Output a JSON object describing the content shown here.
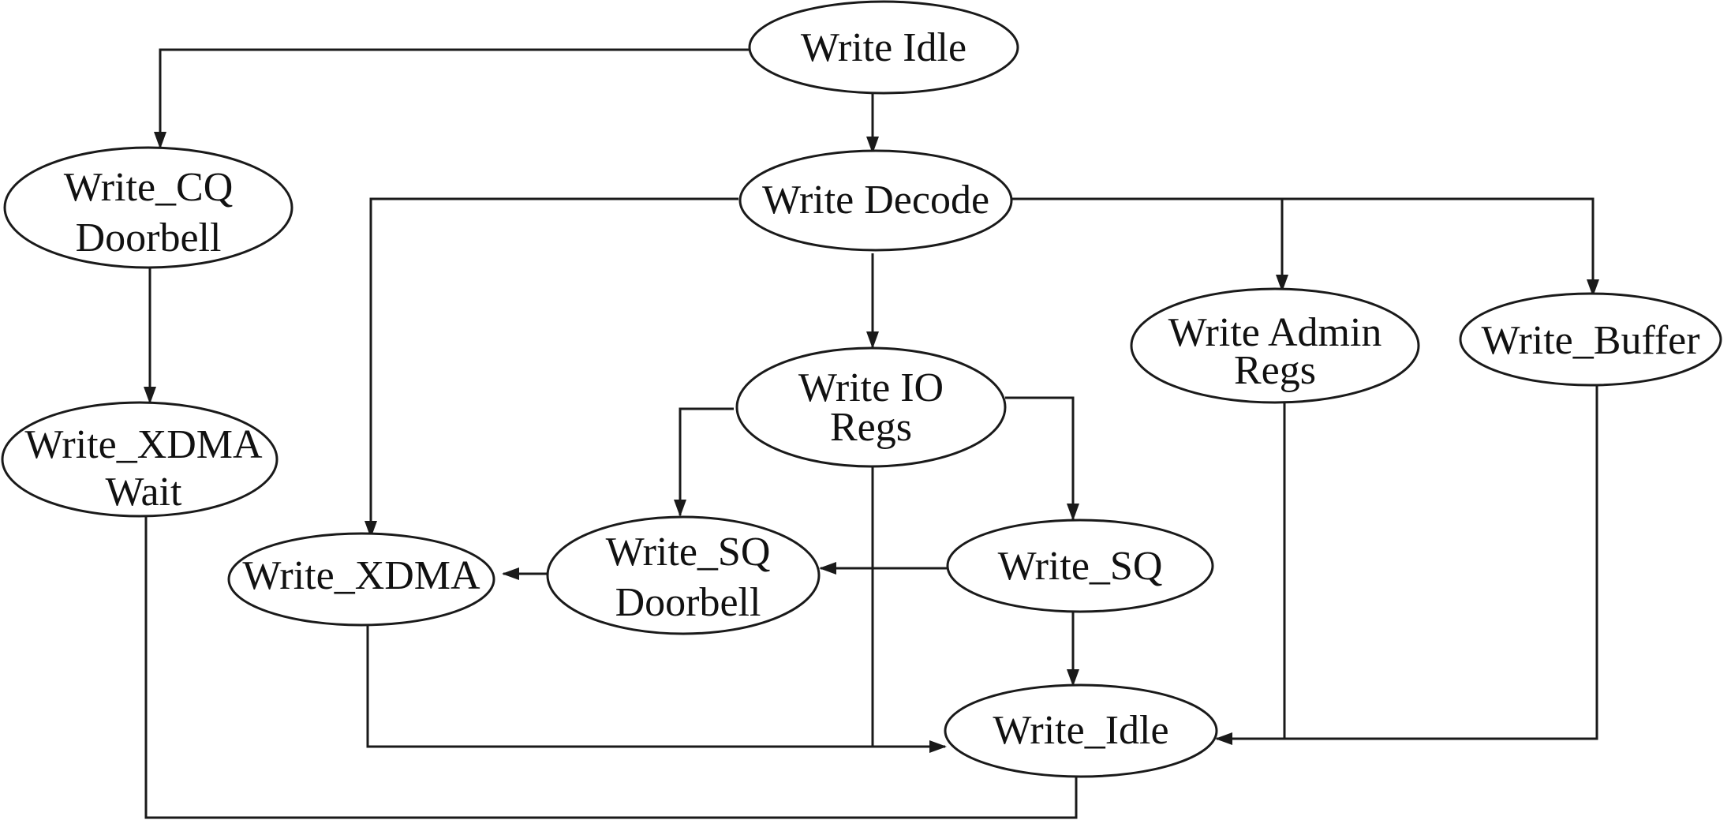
{
  "states": {
    "write_idle_top": {
      "lines": [
        "Write Idle"
      ]
    },
    "write_cq_doorbell": {
      "lines": [
        "Write_CQ",
        "Doorbell"
      ]
    },
    "write_decode": {
      "lines": [
        "Write Decode"
      ]
    },
    "write_io_regs": {
      "lines": [
        "Write IO",
        "Regs"
      ]
    },
    "write_admin_regs": {
      "lines": [
        "Write Admin",
        "Regs"
      ]
    },
    "write_buffer": {
      "lines": [
        "Write_Buffer"
      ]
    },
    "write_xdma_wait": {
      "lines": [
        "Write_XDMA",
        "Wait"
      ]
    },
    "write_xdma": {
      "lines": [
        "Write_XDMA"
      ]
    },
    "write_sq_doorbell": {
      "lines": [
        "Write_SQ",
        "Doorbell"
      ]
    },
    "write_sq": {
      "lines": [
        "Write_SQ"
      ]
    },
    "write_idle_bottom": {
      "lines": [
        "Write_Idle"
      ]
    }
  },
  "transitions": [
    {
      "from": "Write Idle",
      "to": "Write_CQ Doorbell"
    },
    {
      "from": "Write Idle",
      "to": "Write Decode"
    },
    {
      "from": "Write_CQ Doorbell",
      "to": "Write_XDMA Wait"
    },
    {
      "from": "Write Decode",
      "to": "Write_XDMA"
    },
    {
      "from": "Write Decode",
      "to": "Write IO Regs"
    },
    {
      "from": "Write Decode",
      "to": "Write Admin Regs"
    },
    {
      "from": "Write Decode",
      "to": "Write_Buffer"
    },
    {
      "from": "Write IO Regs",
      "to": "Write_SQ Doorbell"
    },
    {
      "from": "Write IO Regs",
      "to": "Write_SQ"
    },
    {
      "from": "Write IO Regs",
      "to": "Write_Idle"
    },
    {
      "from": "Write_SQ",
      "to": "Write_SQ Doorbell"
    },
    {
      "from": "Write_SQ",
      "to": "Write_Idle"
    },
    {
      "from": "Write_SQ Doorbell",
      "to": "Write_XDMA"
    },
    {
      "from": "Write_XDMA",
      "to": "Write_Idle"
    },
    {
      "from": "Write_XDMA Wait",
      "to": "Write_Idle"
    },
    {
      "from": "Write Admin Regs",
      "to": "Write_Idle"
    },
    {
      "from": "Write_Buffer",
      "to": "Write_Idle"
    }
  ]
}
